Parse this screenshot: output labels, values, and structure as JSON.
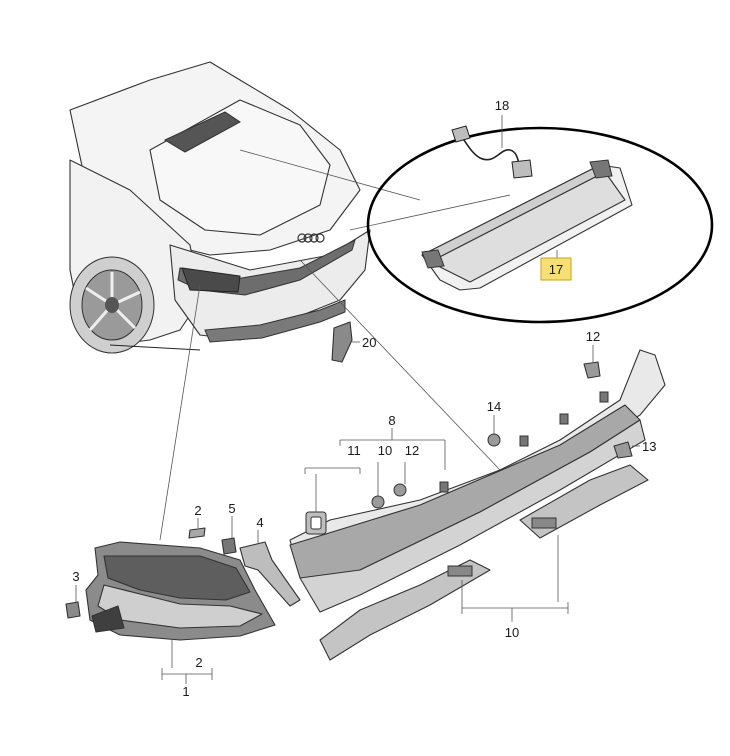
{
  "colors": {
    "highlight_fill": "#f6df74",
    "highlight_stroke": "#c9a21a",
    "part_fill": "#efefef",
    "part_dark": "#8e8e8e",
    "line": "#222222"
  },
  "callouts": {
    "c1": "1",
    "c2a": "2",
    "c2b": "2",
    "c3": "3",
    "c4": "4",
    "c5": "5",
    "c8": "8",
    "c10a": "10",
    "c10b": "10",
    "c11": "11",
    "c12a": "12",
    "c12b": "12",
    "c13": "13",
    "c14": "14",
    "c17": "17",
    "c18": "18",
    "c20": "20"
  }
}
